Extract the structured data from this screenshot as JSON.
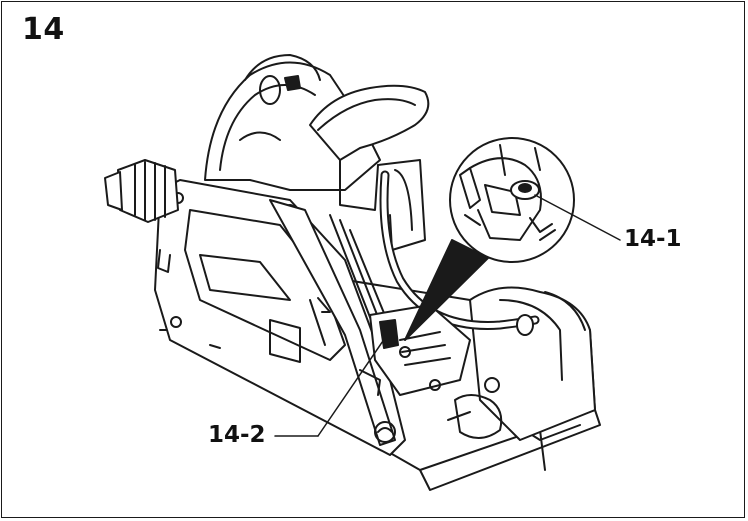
{
  "figure": {
    "number": "14"
  },
  "callouts": [
    {
      "id": "14-1",
      "label": "14-1"
    },
    {
      "id": "14-2",
      "label": "14-2"
    }
  ],
  "colors": {
    "line": "#1a1a1a",
    "fill": "#ffffff"
  }
}
